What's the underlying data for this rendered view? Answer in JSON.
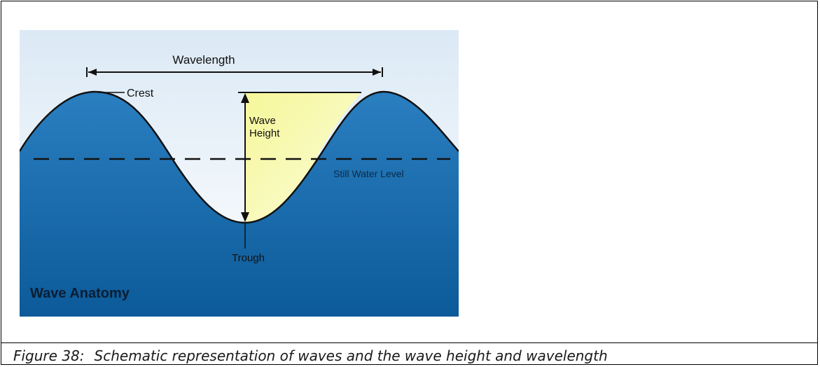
{
  "diagram": {
    "title": "Wave Anatomy",
    "labels": {
      "wavelength": "Wavelength",
      "crest": "Crest",
      "wave_height_line1": "Wave",
      "wave_height_line2": "Height",
      "still_water_level": "Still Water Level",
      "trough": "Trough"
    },
    "colors": {
      "sky_top": "#dbe9f5",
      "sky_bottom": "#ffffff",
      "water_light": "#2a7fc0",
      "water_dark": "#0c5a99",
      "highlight_yellow": "#f6f79a",
      "line": "#111111"
    }
  },
  "caption": {
    "number": "Figure 38:",
    "text": "Schematic representation of waves and the wave height and wavelength"
  }
}
